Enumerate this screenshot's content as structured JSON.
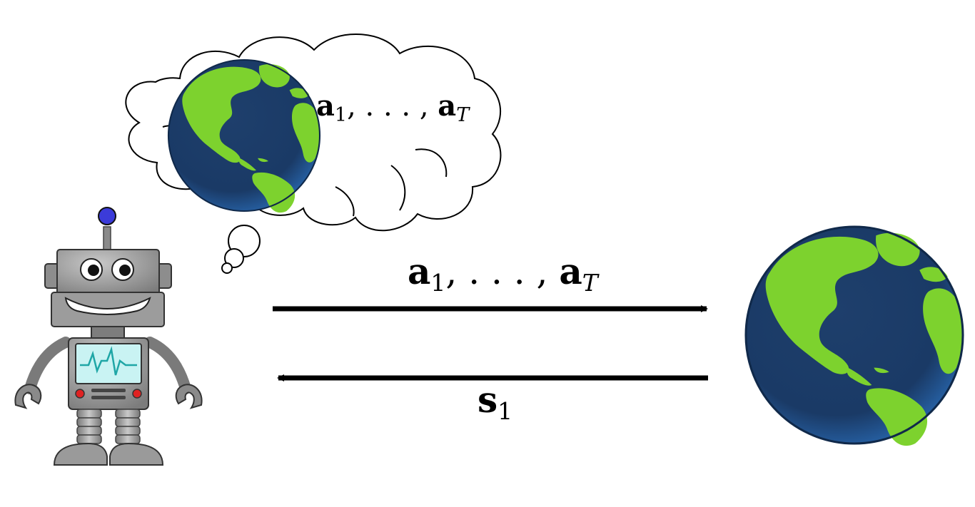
{
  "thought_label": {
    "a": "a",
    "sub_first": "1",
    "separator": ", . . . , ",
    "a_last": "a",
    "sub_last": "T"
  },
  "action_label": {
    "a": "a",
    "sub_first": "1",
    "separator": ", . . . , ",
    "a_last": "a",
    "sub_last": "T"
  },
  "state_label": {
    "s": "s",
    "sub": "1"
  },
  "colors": {
    "ocean": "#1d3f6b",
    "land": "#7dd22e",
    "arrow": "#000000",
    "robot_body": "#9e9e9e",
    "robot_dark": "#5f5f5f",
    "antenna_ball": "#3b3bd9",
    "screen": "#c9f3f3",
    "screen_trace": "#1fa6a6",
    "button_red": "#e02222"
  }
}
